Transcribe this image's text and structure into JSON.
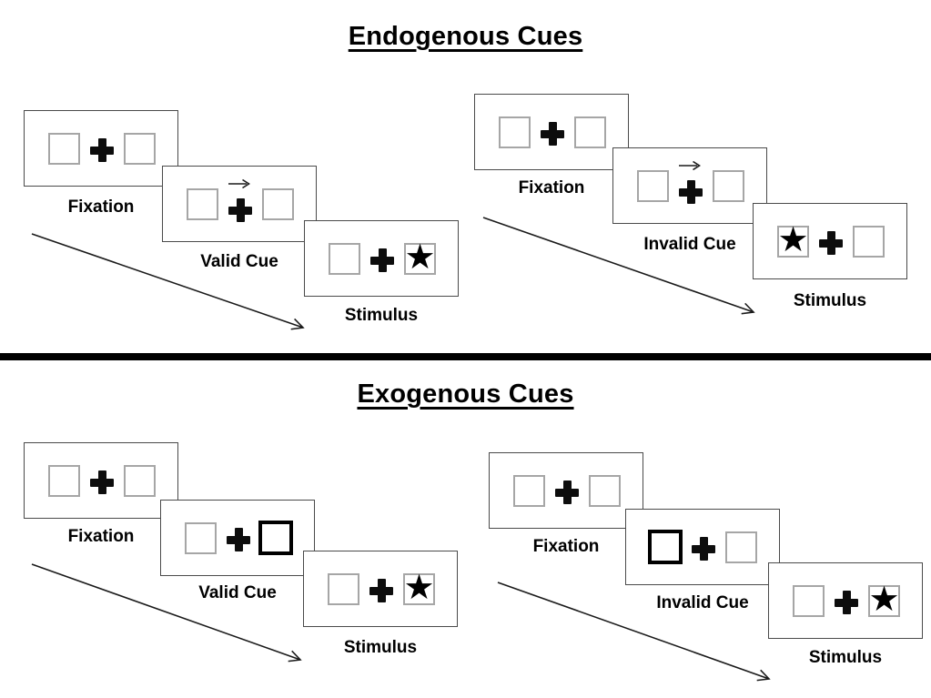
{
  "colors": {
    "background": "#ffffff",
    "divider": "#000000",
    "panel_border": "#4a4a4a",
    "placeholder_box_border": "#a6a6a6",
    "cue_highlight_border": "#000000",
    "symbol_ink": "#0d0d0d"
  },
  "symbols": {
    "fixation_cross": "+",
    "target_star": "★",
    "cue_arrow_direction": "right"
  },
  "sections": [
    {
      "title": "Endogenous Cues",
      "cue_style": "central arrow above fixation cross",
      "sequences": [
        {
          "name": "valid",
          "panels": [
            {
              "label": "Fixation",
              "left_box": "empty",
              "right_box": "empty"
            },
            {
              "label": "Valid Cue",
              "left_box": "empty",
              "right_box": "empty",
              "cue": "arrow pointing right above fixation cross"
            },
            {
              "label": "Stimulus",
              "left_box": "empty",
              "right_box": "star"
            }
          ]
        },
        {
          "name": "invalid",
          "panels": [
            {
              "label": "Fixation",
              "left_box": "empty",
              "right_box": "empty"
            },
            {
              "label": "Invalid Cue",
              "left_box": "empty",
              "right_box": "empty",
              "cue": "arrow pointing right above fixation cross"
            },
            {
              "label": "Stimulus",
              "left_box": "star",
              "right_box": "empty"
            }
          ]
        }
      ]
    },
    {
      "title": "Exogenous Cues",
      "cue_style": "peripheral box highlight",
      "sequences": [
        {
          "name": "valid",
          "panels": [
            {
              "label": "Fixation",
              "left_box": "empty",
              "right_box": "empty"
            },
            {
              "label": "Valid Cue",
              "left_box": "empty",
              "right_box": "empty",
              "cue": "right box highlighted bold"
            },
            {
              "label": "Stimulus",
              "left_box": "empty",
              "right_box": "star"
            }
          ]
        },
        {
          "name": "invalid",
          "panels": [
            {
              "label": "Fixation",
              "left_box": "empty",
              "right_box": "empty"
            },
            {
              "label": "Invalid Cue",
              "left_box": "empty",
              "right_box": "empty",
              "cue": "left box highlighted bold"
            },
            {
              "label": "Stimulus",
              "left_box": "empty",
              "right_box": "star"
            }
          ]
        }
      ]
    }
  ]
}
